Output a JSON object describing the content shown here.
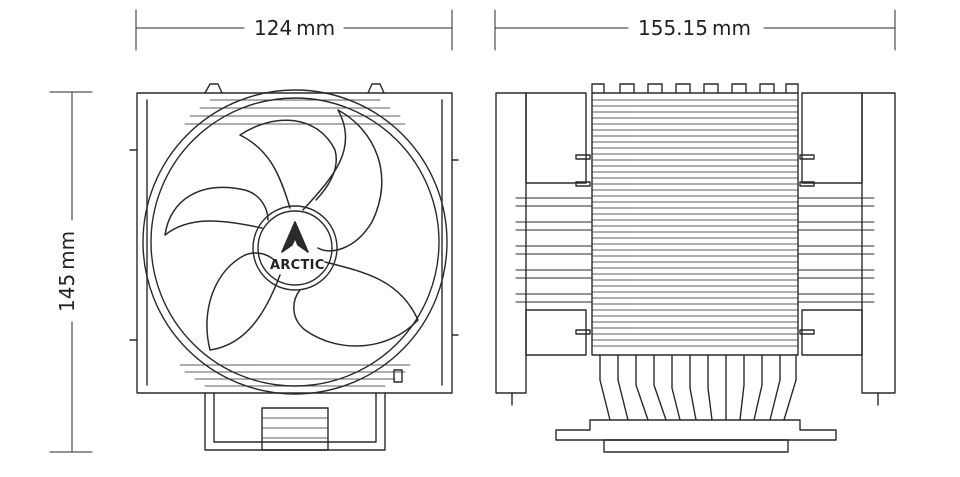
{
  "dimensions": {
    "width": "124 mm",
    "depth": "155.15 mm",
    "height": "145 mm"
  },
  "brand": {
    "logo_text": "ARCTIC"
  },
  "colors": {
    "line": "#2a2a2a",
    "background": "#ffffff"
  }
}
